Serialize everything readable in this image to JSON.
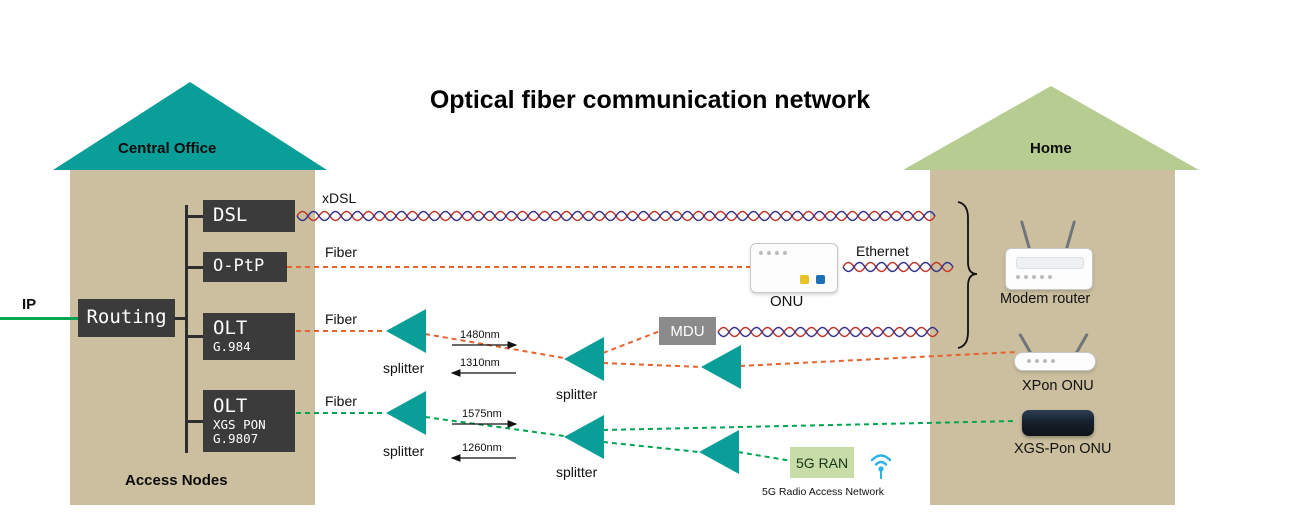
{
  "title": "Optical fiber communication network",
  "colors": {
    "teal": "#0a9e98",
    "wall": "#cbbf9f",
    "home_roof": "#b6cc90",
    "node_box": "#3b3b3b",
    "mdu_box": "#8b8b8b",
    "ran_box": "#c7dca7",
    "fiber_orange": "#e8622d",
    "fiber_green": "#00a551",
    "pair_red": "#c0392b",
    "pair_blue": "#35358c",
    "ip_green": "#00a551",
    "wifi_blue": "#2bb3e8"
  },
  "central_office": {
    "label": "Central Office",
    "ip_label": "IP",
    "routing_label": "Routing",
    "access_nodes_label": "Access Nodes",
    "nodes": [
      {
        "name": "DSL"
      },
      {
        "name": "O-PtP"
      },
      {
        "name": "OLT",
        "sub1": "G.984"
      },
      {
        "name": "OLT",
        "sub1": "XGS PON",
        "sub2": "G.9807"
      }
    ]
  },
  "home": {
    "label": "Home",
    "modem_label": "Modem router",
    "xpon_label": "XPon ONU",
    "xgspon_label": "XGS-Pon ONU"
  },
  "links": {
    "xdsl": "xDSL",
    "fiber": "Fiber",
    "ethernet": "Ethernet",
    "onu": "ONU",
    "mdu": "MDU",
    "splitter": "splitter",
    "wavelength_gpon_down": "1480nm",
    "wavelength_gpon_up": "1310nm",
    "wavelength_xgs_down": "1575nm",
    "wavelength_xgs_up": "1260nm",
    "ran": "5G RAN",
    "ran_caption": "5G Radio Access Network"
  }
}
